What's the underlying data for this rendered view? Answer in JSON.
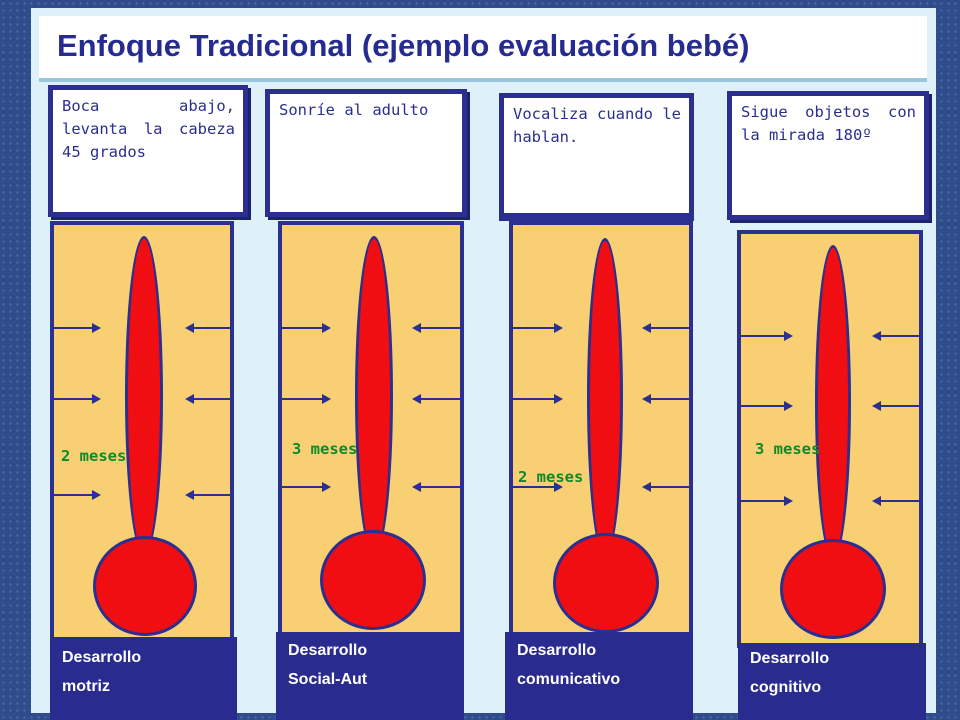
{
  "slide": {
    "title": "Enfoque Tradicional (ejemplo evaluación bebé)"
  },
  "columns": [
    {
      "description": "Boca abajo, levanta la cabeza 45 grados",
      "age": "2 meses",
      "area_line1": "Desarrollo",
      "area_line2": "motriz"
    },
    {
      "description": "Sonríe al adulto",
      "age": "3 meses",
      "area_line1": "Desarrollo",
      "area_line2": "Social-Aut"
    },
    {
      "description": "Vocaliza cuando le hablan.",
      "age": "2 meses",
      "area_line1": "Desarrollo",
      "area_line2": "comunicativo"
    },
    {
      "description": "Sigue objetos con la mirada 180º",
      "age": "3 meses",
      "area_line1": "Desarrollo",
      "area_line2": "cognitivo"
    }
  ],
  "colors": {
    "background": "#2f4c8c",
    "title_text": "#252b91",
    "panel_fill": "#f8cf73",
    "mercury": "#f00e12",
    "age_text": "#0d8a2a",
    "label_fill": "#2a2b8f"
  }
}
